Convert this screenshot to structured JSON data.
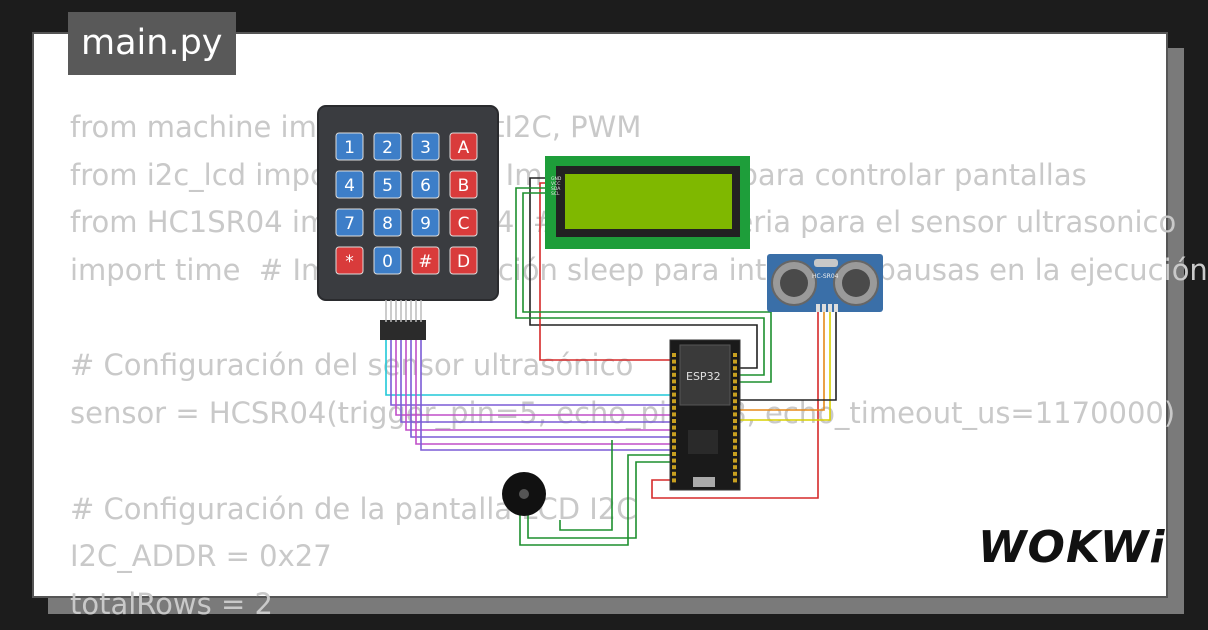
{
  "file_tab": {
    "label": "main.py"
  },
  "code_lines": [
    "from machine import Pin, SoftI2C, PWM",
    "from i2c_lcd import I2cLcd  # Importa libreria para controlar pantallas",
    "from HC1SR04 import HCSR04  # Importa libreria para el sensor ultrasonico",
    "import time  # Importa la función sleep para introducir pausas en la ejecución",
    "",
    "# Configuración del sensor ultrasónico",
    "sensor = HCSR04(trigger_pin=5, echo_pin=18, echo_timeout_us=1170000)",
    "",
    "# Configuración de la pantalla LCD I2C",
    "I2C_ADDR = 0x27",
    "totalRows = 2"
  ],
  "keypad": {
    "keys": [
      "1",
      "2",
      "3",
      "A",
      "4",
      "5",
      "6",
      "B",
      "7",
      "8",
      "9",
      "C",
      "*",
      "0",
      "#",
      "D"
    ]
  },
  "lcd": {
    "pins": [
      "GND",
      "VCC",
      "SDA",
      "SCL"
    ]
  },
  "ultrasonic": {
    "label": "HC-SR04"
  },
  "esp32": {
    "label": "ESP32"
  },
  "brand": {
    "logo_text": "WOKWi"
  },
  "colors": {
    "lcd_pcb": "#1e9e3a",
    "lcd_screen": "#7fb800",
    "key_blue": "#3d7ec8",
    "key_red": "#d93b3b",
    "sensor_blue": "#3a6fa8"
  }
}
